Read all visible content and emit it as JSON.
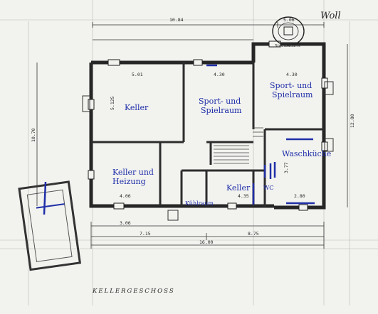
{
  "title": "KELLERGESCHOSS",
  "signature": "Woll",
  "rooms": {
    "keller_left": "Keller",
    "sport_center_1": "Sport- und",
    "sport_center_2": "Spielraum",
    "sport_right_1": "Sport- und",
    "sport_right_2": "Spielraum",
    "heizung_1": "Keller und",
    "heizung_2": "Heizung",
    "kuehlraum": "Kühlraum",
    "keller_small": "Keller",
    "wc": "WC",
    "waschkueche": "Waschküche"
  },
  "dimensions": {
    "top_total": "10.84",
    "top_right": "5.06",
    "bottom_total": "16.00",
    "bottom_mid": "8.75",
    "bottom_left": "7.15",
    "left_height": "10.70",
    "right_height": "12.80",
    "keller_w": "5.01",
    "sport_w": "4.30",
    "sport_r_w": "4.30",
    "heiz_w": "4.06",
    "keller_sm_w": "4.35",
    "wasch_w": "2.80",
    "bottom_seg": "3.06",
    "keller_h": "5.125",
    "wasch_h": "3.77"
  },
  "stamp": {
    "top": "Stadtbauamt"
  }
}
